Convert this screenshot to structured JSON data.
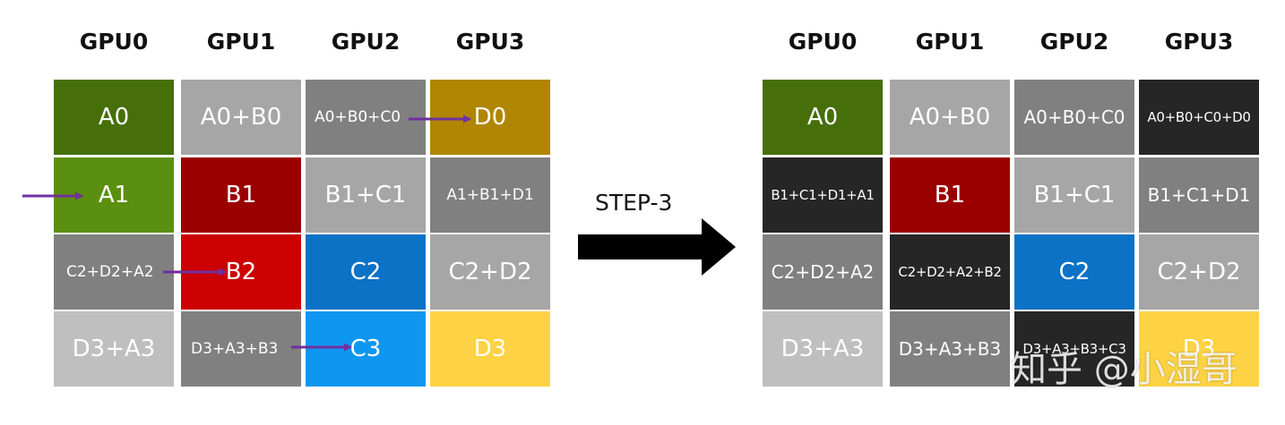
{
  "left": {
    "headers": [
      "GPU0",
      "GPU1",
      "GPU2",
      "GPU3"
    ],
    "grid": [
      [
        {
          "text": "A0",
          "color": "#466f0a"
        },
        {
          "text": "A0+B0",
          "color": "#a6a6a6"
        },
        {
          "text": "A0+B0+C0",
          "color": "#808080"
        },
        {
          "text": "D0",
          "color": "#b08600"
        }
      ],
      [
        {
          "text": "A1",
          "color": "#5b8f0f"
        },
        {
          "text": "B1",
          "color": "#9b0000"
        },
        {
          "text": "B1+C1",
          "color": "#a6a6a6"
        },
        {
          "text": "A1+B1+D1",
          "color": "#808080"
        }
      ],
      [
        {
          "text": "C2+D2+A2",
          "color": "#808080"
        },
        {
          "text": "B2",
          "color": "#cc0000"
        },
        {
          "text": "C2",
          "color": "#0b72c6"
        },
        {
          "text": "C2+D2",
          "color": "#a6a6a6"
        }
      ],
      [
        {
          "text": "D3+A3",
          "color": "#bfbfbf"
        },
        {
          "text": "D3+A3+B3",
          "color": "#808080"
        },
        {
          "text": "C3",
          "color": "#0f96f0"
        },
        {
          "text": "D3",
          "color": "#fdd244"
        }
      ]
    ]
  },
  "step_label": "STEP-3",
  "right": {
    "headers": [
      "GPU0",
      "GPU1",
      "GPU2",
      "GPU3"
    ],
    "grid": [
      [
        {
          "text": "A0",
          "color": "#466f0a"
        },
        {
          "text": "A0+B0",
          "color": "#a6a6a6"
        },
        {
          "text": "A0+B0+C0",
          "color": "#808080"
        },
        {
          "text": "A0+B0+C0+D0",
          "color": "#262626"
        }
      ],
      [
        {
          "text": "B1+C1+D1+A1",
          "color": "#262626"
        },
        {
          "text": "B1",
          "color": "#9b0000"
        },
        {
          "text": "B1+C1",
          "color": "#a6a6a6"
        },
        {
          "text": "B1+C1+D1",
          "color": "#808080"
        }
      ],
      [
        {
          "text": "C2+D2+A2",
          "color": "#808080"
        },
        {
          "text": "C2+D2+A2+B2",
          "color": "#262626"
        },
        {
          "text": "C2",
          "color": "#0b72c6"
        },
        {
          "text": "C2+D2",
          "color": "#a6a6a6"
        }
      ],
      [
        {
          "text": "D3+A3",
          "color": "#bfbfbf"
        },
        {
          "text": "D3+A3+B3",
          "color": "#808080"
        },
        {
          "text": "D3+A3+B3+C3",
          "color": "#262626"
        },
        {
          "text": "D3",
          "color": "#fdd244"
        }
      ]
    ]
  },
  "arrow_color": "#7030a0",
  "watermark": "知乎 @小湿哥"
}
